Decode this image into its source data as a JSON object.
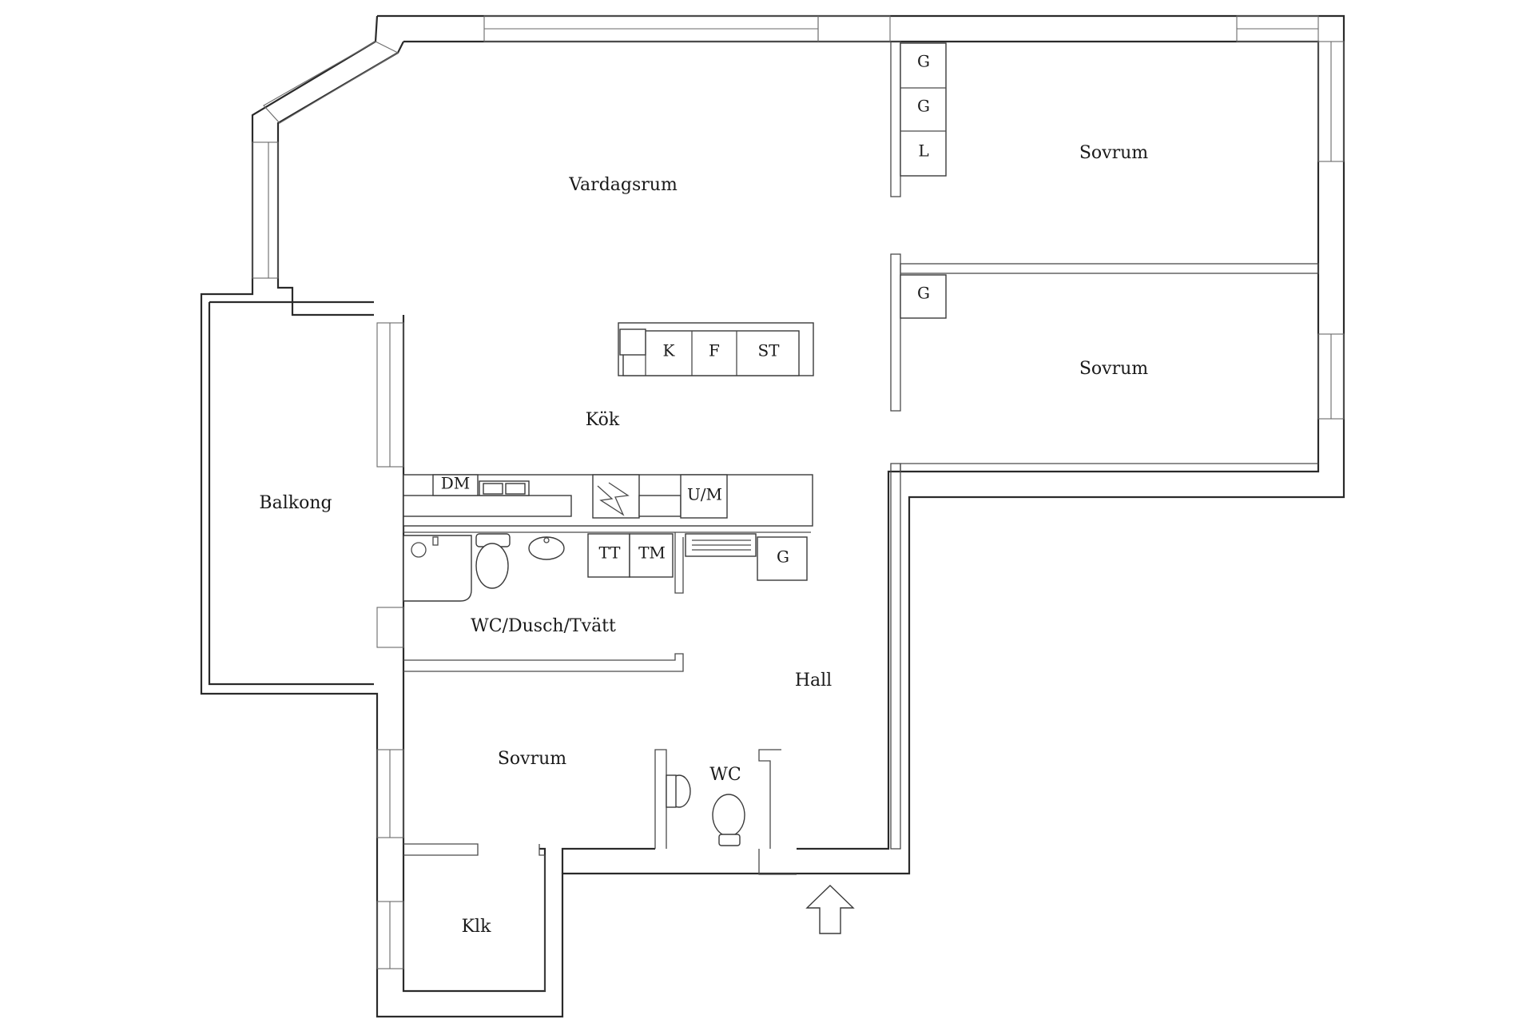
{
  "rooms": {
    "vardagsrum": "Vardagsrum",
    "kok": "Kök",
    "balkong": "Balkong",
    "sovrum_1": "Sovrum",
    "sovrum_2": "Sovrum",
    "sovrum_3": "Sovrum",
    "wc_dusch_tvatt": "WC/Dusch/Tvätt",
    "hall": "Hall",
    "wc": "WC",
    "klk": "Klk"
  },
  "fixtures": {
    "closet_g_1": "G",
    "closet_g_2": "G",
    "closet_l": "L",
    "closet_g_3": "G",
    "island_k": "K",
    "island_f": "F",
    "island_st": "ST",
    "dishwasher": "DM",
    "oven_micro": "U/M",
    "dryer": "TT",
    "washer": "TM",
    "hall_closet_g": "G"
  },
  "entrance": {
    "icon": "up-arrow-icon"
  }
}
